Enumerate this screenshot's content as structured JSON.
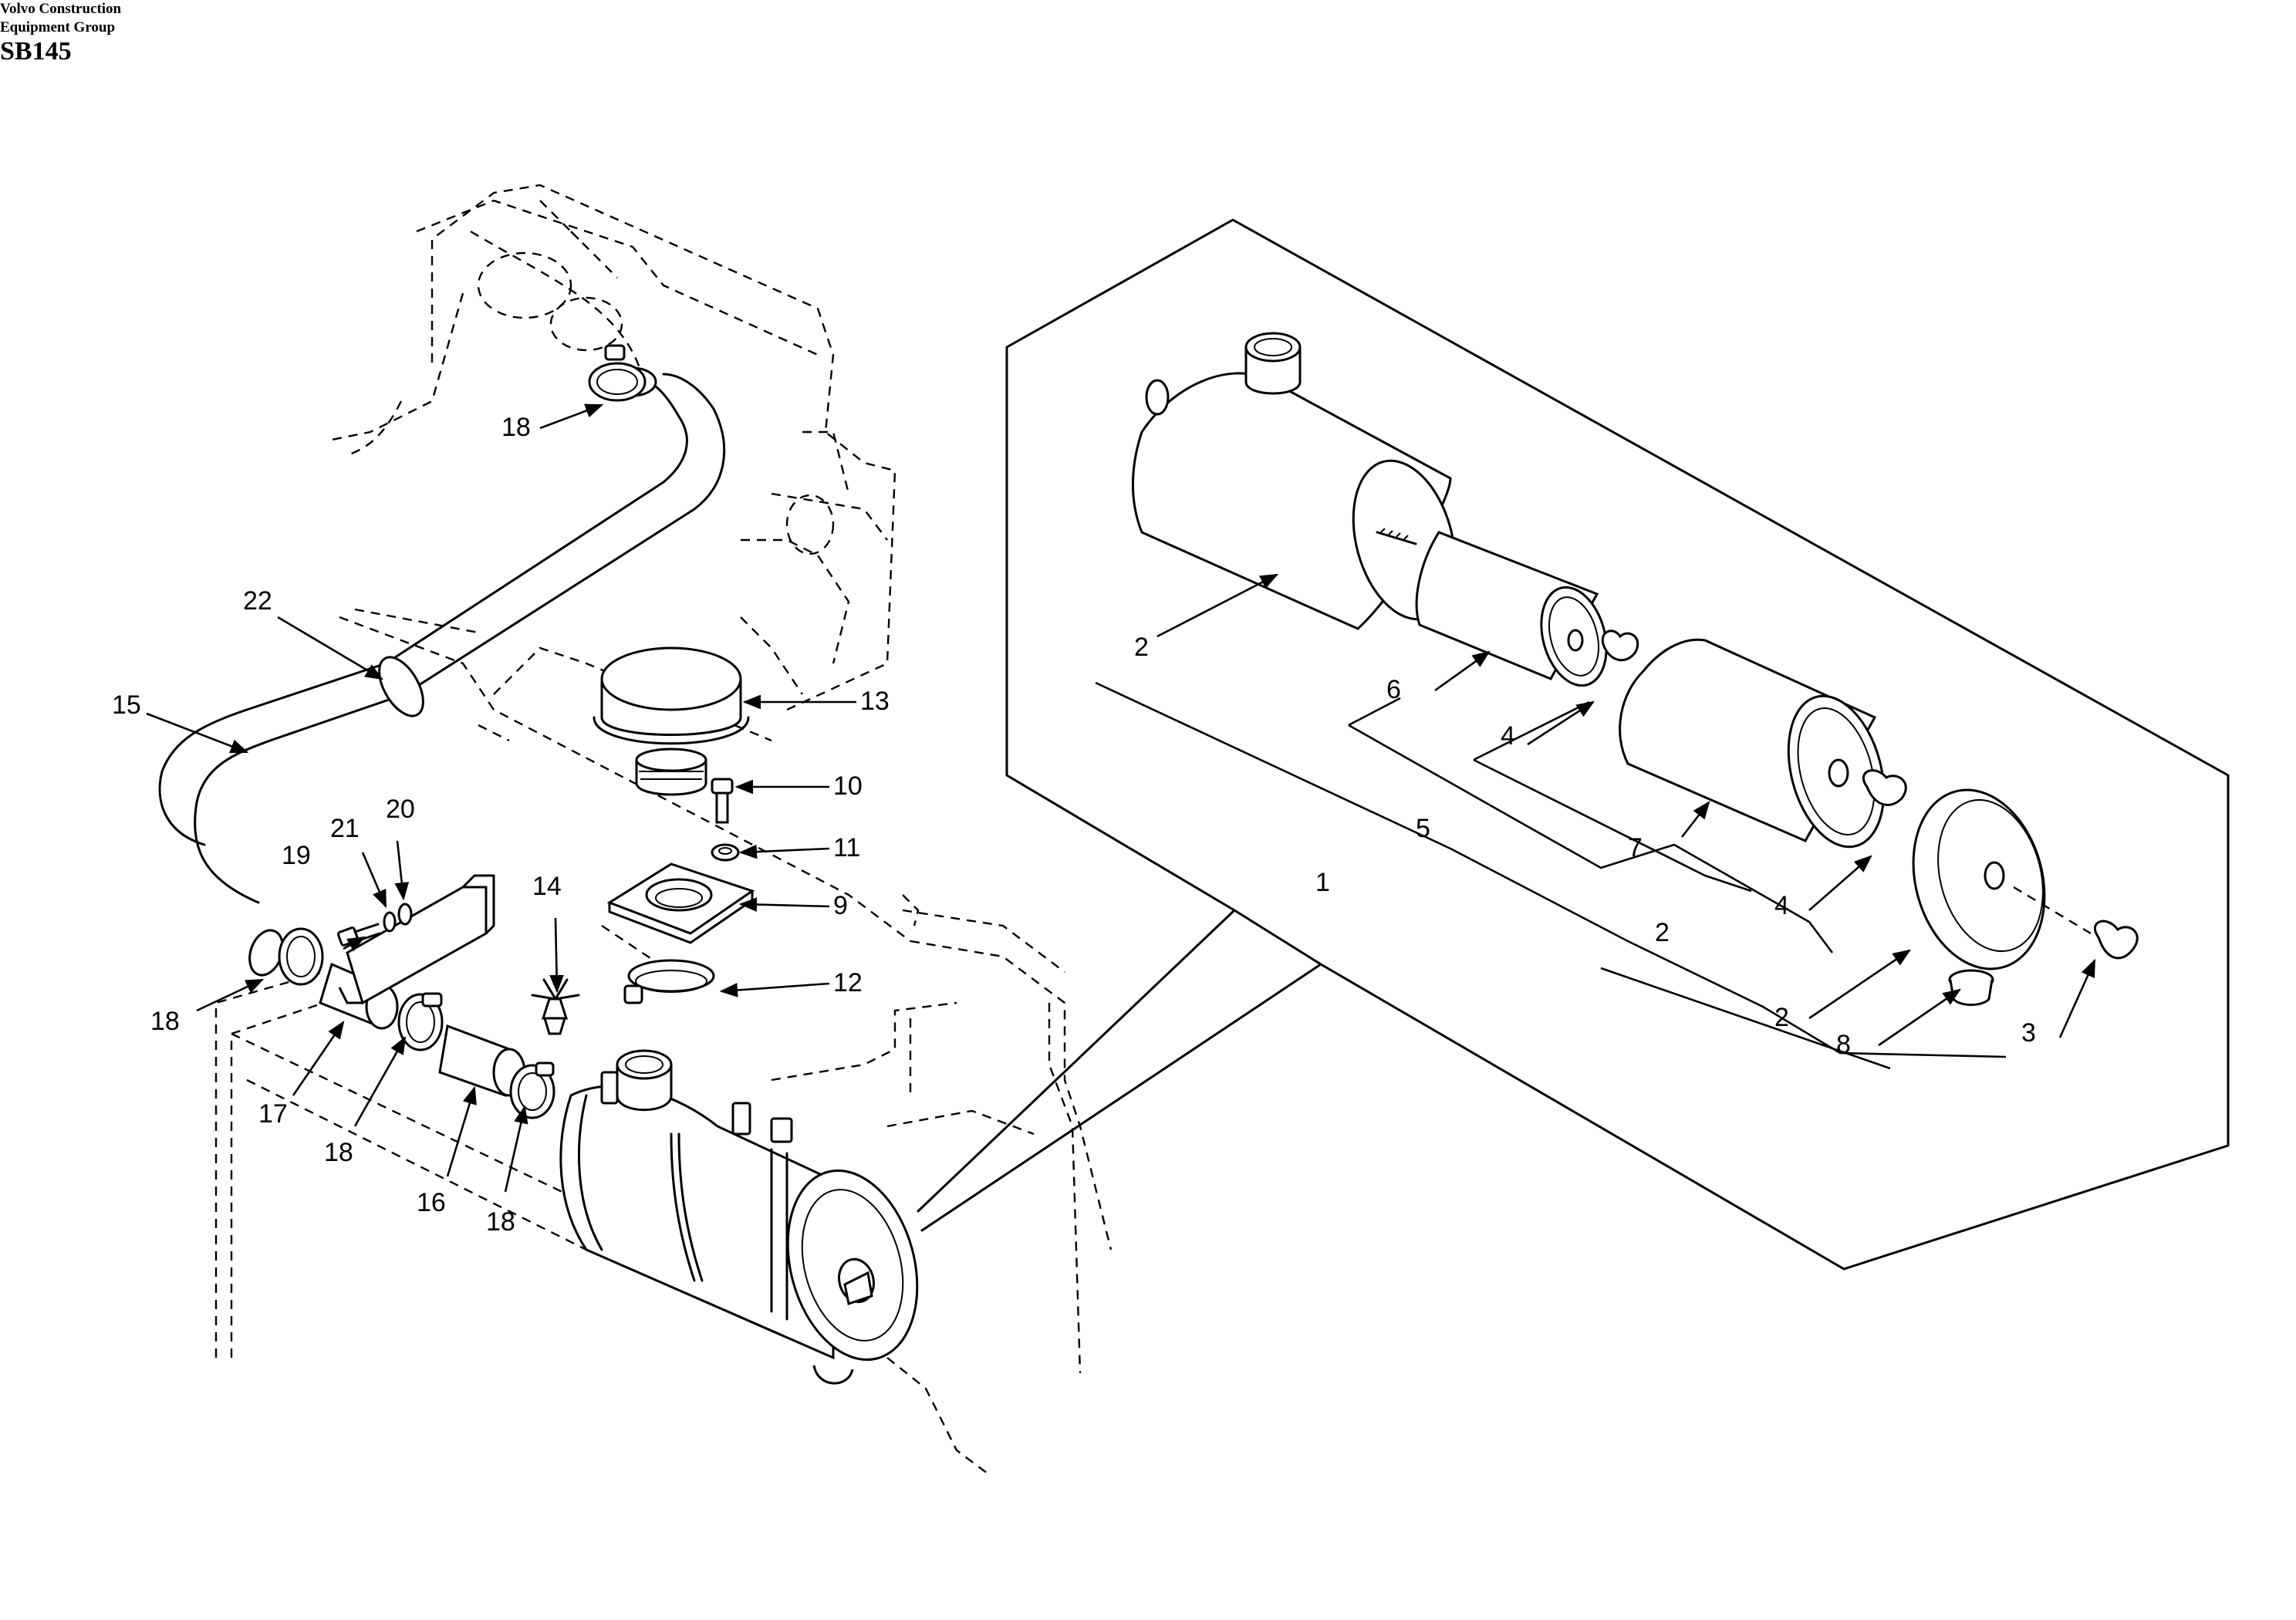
{
  "callouts": {
    "c1": "1",
    "c2a": "2",
    "c2b": "2",
    "c2c": "2",
    "c3": "3",
    "c4a": "4",
    "c4b": "4",
    "c5": "5",
    "c6": "6",
    "c7": "7",
    "c8": "8",
    "c9": "9",
    "c10": "10",
    "c11": "11",
    "c12": "12",
    "c13": "13",
    "c14": "14",
    "c15": "15",
    "c16": "16",
    "c17": "17",
    "c18a": "18",
    "c18b": "18",
    "c18c": "18",
    "c18d": "18",
    "c19": "19",
    "c20": "20",
    "c21": "21",
    "c22": "22"
  },
  "footer": {
    "company_line1": "Volvo Construction",
    "company_line2": "Equipment Group",
    "code": "SB145"
  }
}
